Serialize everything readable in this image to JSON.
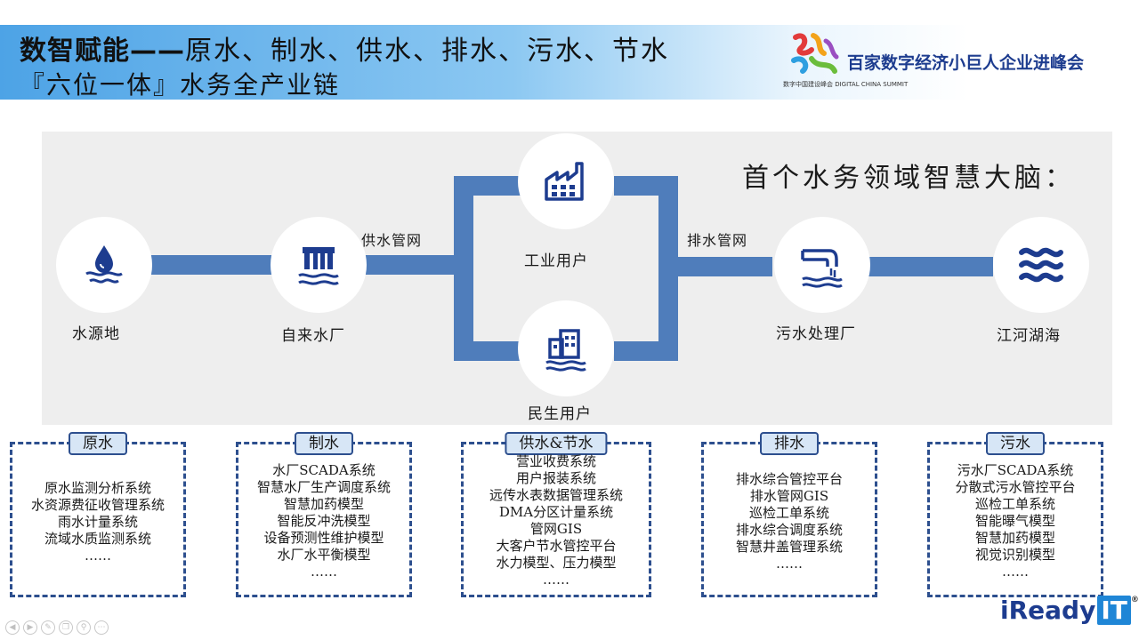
{
  "header": {
    "title_bold": "数智赋能——",
    "title_rest": "原水、制水、供水、排水、污水、节水",
    "title_line2": "『六位一体』水务全产业链",
    "logo_sub": "数字中国建设峰会 DIGITAL CHINA SUMMIT",
    "logo_text": "百家数字经济小巨人企业进峰会"
  },
  "diagram": {
    "brain_title": "首个水务领域智慧大脑：",
    "nodes": {
      "source": "水源地",
      "plant": "自来水厂",
      "industrial": "工业用户",
      "civil": "民生用户",
      "sewage": "污水处理厂",
      "rivers": "江河湖海"
    },
    "pipes": {
      "supply": "供水管网",
      "drain": "排水管网"
    },
    "colors": {
      "pipe": "#4f7dbb",
      "icon": "#1d3c8f",
      "box_border": "#2d4f8e",
      "tag_fill": "#d7e6f6"
    }
  },
  "categories": [
    {
      "tag": "原水",
      "items": [
        "原水监测分析系统",
        "水资源费征收管理系统",
        "雨水计量系统",
        "流域水质监测系统",
        "……"
      ]
    },
    {
      "tag": "制水",
      "items": [
        "水厂SCADA系统",
        "智慧水厂生产调度系统",
        "智慧加药模型",
        "智能反冲洗模型",
        "设备预测性维护模型",
        "水厂水平衡模型",
        "……"
      ]
    },
    {
      "tag": "供水&节水",
      "items": [
        "营业收费系统",
        "用户报装系统",
        "远传水表数据管理系统",
        "DMA分区计量系统",
        "管网GIS",
        "大客户节水管控平台",
        "水力模型、压力模型",
        "……"
      ]
    },
    {
      "tag": "排水",
      "items": [
        "排水综合管控平台",
        "排水管网GIS",
        "巡检工单系统",
        "排水综合调度系统",
        "智慧井盖管理系统",
        "……"
      ]
    },
    {
      "tag": "污水",
      "items": [
        "污水厂SCADA系统",
        "分散式污水管控平台",
        "巡检工单系统",
        "智能曝气模型",
        "智慧加药模型",
        "视觉识别模型",
        "……"
      ]
    }
  ],
  "footer": {
    "brand_main": "iReady",
    "brand_it": "IT",
    "brand_reg": "®",
    "controls": [
      "prev-icon",
      "next-icon",
      "pen-icon",
      "copy-icon",
      "zoom-icon",
      "more-icon"
    ]
  }
}
